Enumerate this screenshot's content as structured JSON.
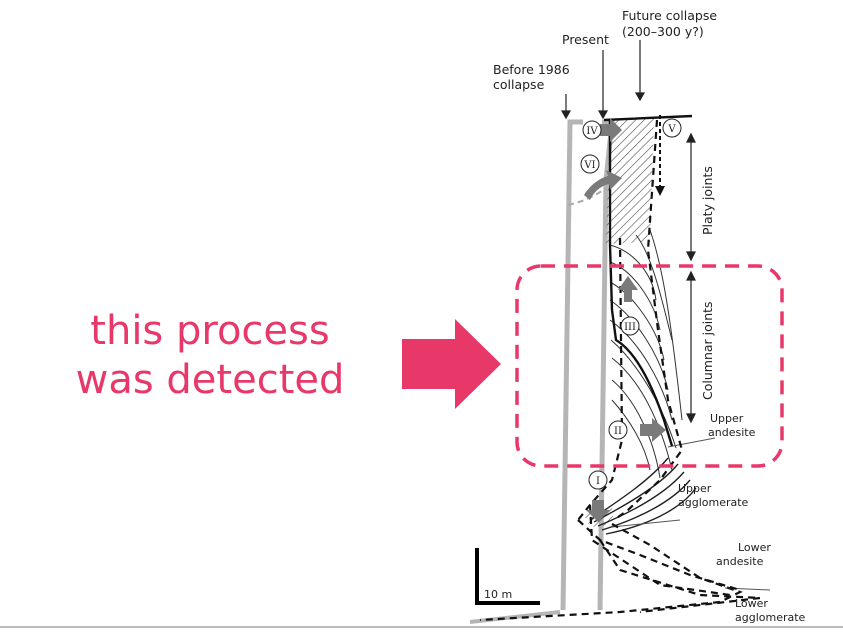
{
  "diagram": {
    "labels": {
      "before": [
        "Before 1986",
        "collapse"
      ],
      "present": "Present",
      "future": [
        "Future collapse",
        "(200–300 y?)"
      ],
      "platy_joints": "Platy joints",
      "columnar_joints": "Columnar joints",
      "upper_andesite": [
        "Upper",
        "andesite"
      ],
      "upper_agglomerate": [
        "Upper",
        "agglomerate"
      ],
      "lower_andesite": [
        "Lower",
        "andesite"
      ],
      "lower_agglomerate": [
        "Lower",
        "agglomerate"
      ],
      "scale": "10 m"
    },
    "stages": [
      "I",
      "II",
      "III",
      "IV",
      "V",
      "VI"
    ]
  },
  "annotation": {
    "line1": "this process",
    "line2": "was detected"
  },
  "colors": {
    "accent": "#e8386a",
    "ink": "#111111",
    "gray_profile": "#b5b5b5"
  }
}
